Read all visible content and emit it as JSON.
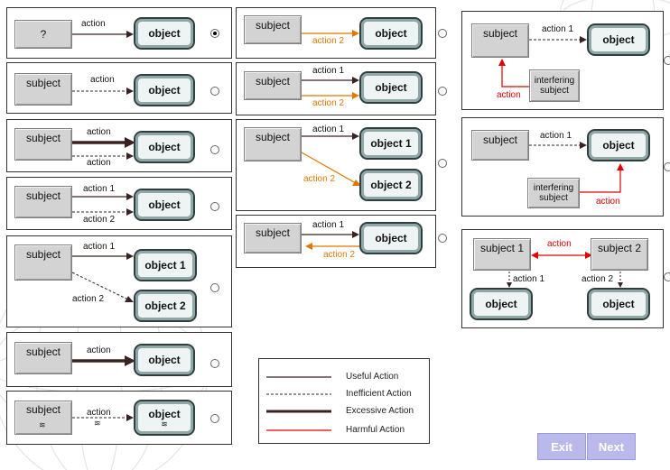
{
  "panels": {
    "p1": {
      "subject": "?",
      "action": "action",
      "object": "object"
    },
    "p2": {
      "subject": "subject",
      "action": "action",
      "object": "object"
    },
    "p3": {
      "subject": "subject",
      "action_top": "action",
      "action_bottom": "action",
      "object": "object"
    },
    "p4": {
      "subject": "subject",
      "action_1": "action 1",
      "action_2": "action 2",
      "object": "object"
    },
    "p5": {
      "subject": "subject",
      "action_1": "action 1",
      "action_2": "action 2",
      "object_1": "object 1",
      "object_2": "object 2"
    },
    "p6": {
      "subject": "subject",
      "action": "action",
      "object": "object"
    },
    "p7": {
      "subject": "subject",
      "action": "action",
      "object": "object"
    },
    "p8": {
      "subject": "subject",
      "action_2": "action 2",
      "object": "object"
    },
    "p9": {
      "subject": "subject",
      "action_1": "action 1",
      "action_2": "action 2",
      "object": "object"
    },
    "p10": {
      "subject": "subject",
      "action_1": "action 1",
      "action_2": "action 2",
      "object_1": "object 1",
      "object_2": "object 2"
    },
    "p11": {
      "subject": "subject",
      "action_1": "action 1",
      "action_2": "action 2",
      "object": "object"
    },
    "p12": {
      "subject": "subject",
      "action_1": "action 1",
      "interfering": "interfering subject",
      "action": "action",
      "object": "object"
    },
    "p13": {
      "subject": "subject",
      "action_1": "action 1",
      "interfering": "interfering subject",
      "action": "action",
      "object": "object"
    },
    "p14": {
      "subject_1": "subject 1",
      "subject_2": "subject 2",
      "action": "action",
      "action_1": "action 1",
      "action_2": "action 2",
      "object_1": "object",
      "object_2": "object"
    }
  },
  "legend": {
    "useful": "Useful Action",
    "inefficient": "Inefficient Action",
    "excessive": "Excessive Action",
    "harmful": "Harmful Action"
  },
  "buttons": {
    "exit": "Exit",
    "next": "Next"
  },
  "selected_option": 1,
  "colors": {
    "orange": "#e07800",
    "red": "#e00000",
    "dark": "#3a2222",
    "button": "#b9b9ec"
  }
}
